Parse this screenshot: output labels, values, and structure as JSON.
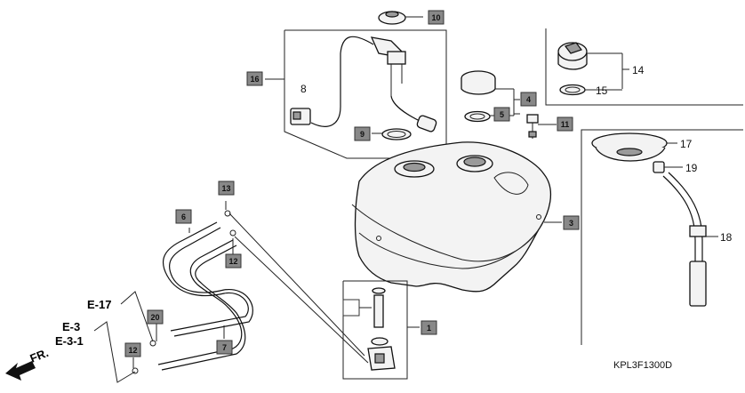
{
  "callouts": {
    "c1": "1",
    "c3": "3",
    "c4": "4",
    "c5": "5",
    "c6": "6",
    "c7": "7",
    "c8": "8",
    "c9": "9",
    "c10": "10",
    "c11": "11",
    "c12a": "12",
    "c12b": "12",
    "c13": "13",
    "c14": "14",
    "c15": "15",
    "c16": "16",
    "c17": "17",
    "c18": "18",
    "c19": "19",
    "c20": "20"
  },
  "refs": {
    "e17": "E-17",
    "e3": "E-3",
    "e31": "E-3-1"
  },
  "direction_label": "FR.",
  "diagram_code": "KPL3F1300D"
}
